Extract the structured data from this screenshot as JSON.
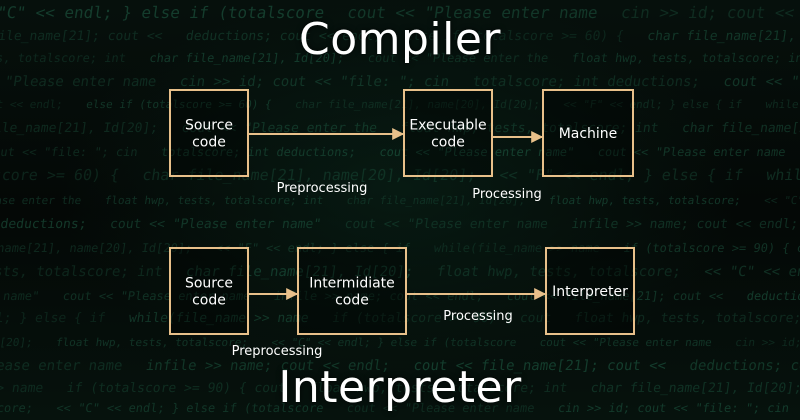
{
  "colors": {
    "box_stroke": "#e8c08a",
    "arrow": "#e8c08a",
    "text": "#ffffff",
    "background": "#040806",
    "code_texture": "#2f8f6a"
  },
  "compiler": {
    "title": "Compiler",
    "nodes": [
      {
        "id": "source",
        "label": [
          "Source",
          "code"
        ]
      },
      {
        "id": "executable",
        "label": [
          "Executable",
          "code"
        ]
      },
      {
        "id": "machine",
        "label": [
          "Machine"
        ]
      }
    ],
    "edges": [
      {
        "from": "source",
        "to": "executable",
        "label": "Preprocessing"
      },
      {
        "from": "executable",
        "to": "machine",
        "label": "Processing"
      }
    ]
  },
  "interpreter": {
    "title": "Interpreter",
    "nodes": [
      {
        "id": "source",
        "label": [
          "Source",
          "code"
        ]
      },
      {
        "id": "intermediate",
        "label": [
          "Intermidiate",
          "code"
        ]
      },
      {
        "id": "interpreter",
        "label": [
          "Interpreter"
        ]
      }
    ],
    "edges": [
      {
        "from": "source",
        "to": "intermediate",
        "label": "Preprocessing"
      },
      {
        "from": "intermediate",
        "to": "interpreter",
        "label": "Processing"
      }
    ]
  },
  "background_code": [
    "<< \"C\" << endl; } else if (totalscore",
    "cout << file_name[21]; cout <<",
    "float hwp, tests, totalscore; int",
    "cout << \"Please enter name",
    "deductions; cout << endl;",
    "char file_name[21], Id[20];",
    "cin >> id; cout << \"file: \"; cin",
    "else if (totalscore >= 60) {",
    "cout << \"Please enter the",
    "totalscore; int deductions;",
    "char file_name[21], name[20], Id[20];",
    "float hwp, tests, totalscore; int",
    "cout << \"Please enter name\"",
    "<< \"F\" << endl; } else { if",
    "char file_name[21], Id[20];",
    "cout << \"Please enter name",
    "while(file_name >> name",
    "float hwp, tests, totalscore;",
    "infile >> name; cout << endl;",
    "if (totalscore >= 90) { cout"
  ]
}
